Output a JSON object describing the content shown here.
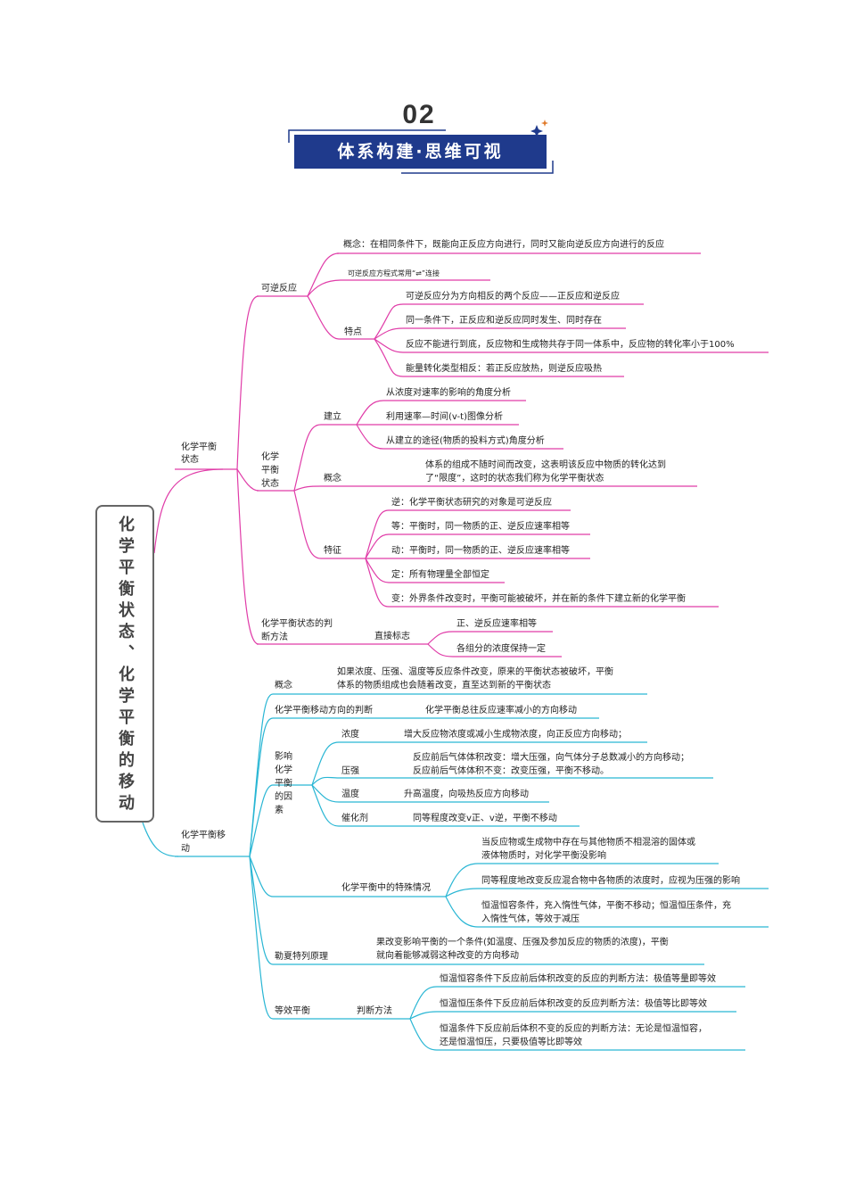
{
  "header": {
    "number": "02",
    "title": "体系构建·思维可视"
  },
  "root": "化学平衡状态、化学平衡的移动",
  "colors": {
    "branch1": "#e03ca8",
    "branch2": "#29b6d4",
    "banner": "#1f3a8c"
  },
  "branch1": {
    "label": "化学平衡状态",
    "reversible": {
      "label": "可逆反应",
      "concept": "概念：在相同条件下，既能向正反应方向进行，同时又能向逆反应方向进行的反应",
      "equation": "可逆反应方程式常用“⇌”连接",
      "features_label": "特点",
      "features": [
        "可逆反应分为方向相反的两个反应——正反应和逆反应",
        "同一条件下，正反应和逆反应同时发生、同时存在",
        "反应不能进行到底，反应物和生成物共存于同一体系中，反应物的转化率小于100%",
        "能量转化类型相反：若正反应放热，则逆反应吸热"
      ]
    },
    "state": {
      "label": "化学平衡状态",
      "establish_label": "建立",
      "establish": [
        "从浓度对速率的影响的角度分析",
        "利用速率—时间(v-t)图像分析",
        "从建立的途径(物质的投料方式)角度分析"
      ],
      "concept_label": "概念",
      "concept_l1": "体系的组成不随时间而改变，这表明该反应中物质的转化达到",
      "concept_l2": "了“限度”，这时的状态我们称为化学平衡状态",
      "traits_label": "特征",
      "traits": [
        "逆：化学平衡状态研究的对象是可逆反应",
        "等：平衡时，同一物质的正、逆反应速率相等",
        "动：平衡时，同一物质的正、逆反应速率相等",
        "定：所有物理量全部恒定",
        "变：外界条件改变时，平衡可能被破坏，并在新的条件下建立新的化学平衡"
      ]
    },
    "judge": {
      "label": "化学平衡状态的判断方法",
      "direct_label": "直接标志",
      "direct": [
        "正、逆反应速率相等",
        "各组分的浓度保持一定"
      ]
    }
  },
  "branch2": {
    "label": "化学平衡移动",
    "concept_label": "概念",
    "concept_l1": "如果浓度、压强、温度等反应条件改变，原来的平衡状态被破坏，平衡",
    "concept_l2": "体系的物质组成也会随着改变，直至达到新的平衡状态",
    "direction_label": "化学平衡移动方向的判断",
    "direction": "化学平衡总往反应速率减小的方向移动",
    "factors_label": "影响化学平衡的因素",
    "concentration_label": "浓度",
    "concentration": "增大反应物浓度或减小生成物浓度，向正反应方向移动；",
    "pressure_label": "压强",
    "pressure_l1": "反应前后气体体积改变：增大压强，向气体分子总数减小的方向移动；",
    "pressure_l2": "反应前后气体体积不变：改变压强，平衡不移动。",
    "temperature_label": "温度",
    "temperature": "升高温度，向吸热反应方向移动",
    "catalyst_label": "催化剂",
    "catalyst": "同等程度改变v正、v逆，平衡不移动",
    "special_label": "化学平衡中的特殊情况",
    "special1_l1": "当反应物或生成物中存在与其他物质不相混溶的固体或",
    "special1_l2": "液体物质时，对化学平衡没影响",
    "special2": "同等程度地改变反应混合物中各物质的浓度时，应视为压强的影响",
    "special3_l1": "恒温恒容条件，充入惰性气体，平衡不移动；恒温恒压条件，充",
    "special3_l2": "入惰性气体，等效于减压",
    "lechatelier_label": "勒夏特列原理",
    "lechatelier_l1": "果改变影响平衡的一个条件(如温度、压强及参加反应的物质的浓度)，平衡",
    "lechatelier_l2": "就向着能够减弱这种改变的方向移动",
    "equivalent_label": "等效平衡",
    "method_label": "判断方法",
    "methods": [
      "恒温恒容条件下反应前后体积改变的反应的判断方法：极值等量即等效",
      "恒温恒压条件下反应前后体积改变的反应判断方法：极值等比即等效"
    ],
    "method3_l1": "恒温条件下反应前后体积不变的反应的判断方法：无论是恒温恒容，",
    "method3_l2": "还是恒温恒压，只要极值等比即等效"
  }
}
